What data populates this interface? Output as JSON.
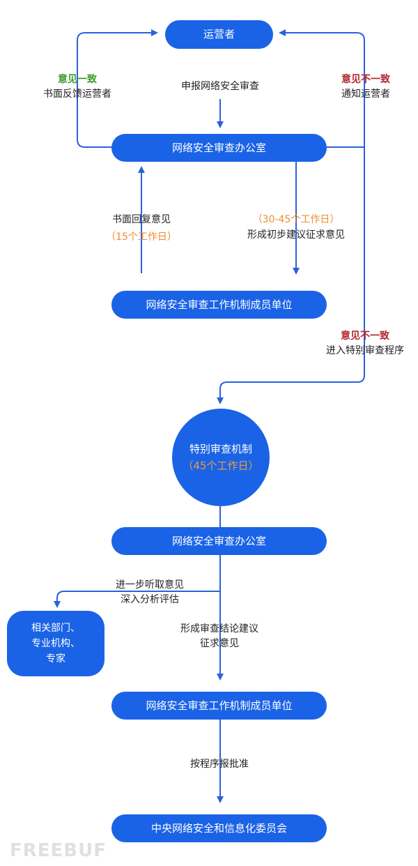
{
  "nodes": {
    "operator": "运营者",
    "office_top": "网络安全审查办公室",
    "member_units_top": "网络安全审查工作机制成员单位",
    "special_mechanism": "特别审查机制",
    "special_days": "（45个工作日）",
    "office_bottom": "网络安全审查办公室",
    "related_depts": [
      "相关部门、",
      "专业机构、",
      "专家"
    ],
    "member_units_bottom": "网络安全审查工作机制成员单位",
    "central_committee": "中央网络安全和信息化委员会"
  },
  "labels": {
    "agree_title": "意见一致",
    "agree_text": "书面反馈运营者",
    "apply_review": "申报网络安全审查",
    "disagree_title": "意见不一致",
    "disagree_text": "通知运营者",
    "written_reply": "书面回复意见",
    "reply_days": "（15个工作日）",
    "prelim_days": "（30-45个工作日）",
    "prelim_text": "形成初步建议征求意见",
    "disagree2_title": "意见不一致",
    "disagree2_text": "进入特别审查程序",
    "further_opinion_1": "进一步听取意见",
    "further_opinion_2": "深入分析评估",
    "conclusion_1": "形成审查结论建议",
    "conclusion_2": "征求意见",
    "submit_approval": "按程序报批准"
  },
  "watermark": "FREEBUF",
  "colors": {
    "box": "#1a63e6",
    "arrow": "#2a62d6",
    "green": "#3b9b2a",
    "red": "#b2262f",
    "orange": "#ef8c2e"
  }
}
